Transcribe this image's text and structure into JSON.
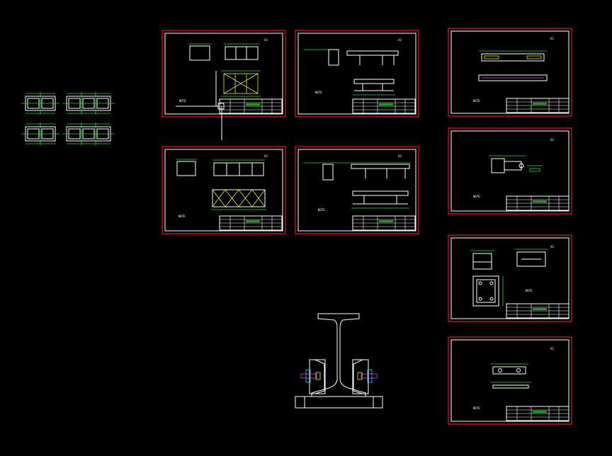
{
  "viewer": {
    "background": "#000000",
    "frame_color": "#e8141b",
    "drawing_color": "#ffffff",
    "annotation_color": "#1fe01f",
    "highlight_color": "#f0f020"
  },
  "sheets": [
    {
      "id": "sheet-1",
      "type": "assembly-frame"
    },
    {
      "id": "sheet-2",
      "type": "beam-elevation"
    },
    {
      "id": "sheet-3",
      "type": "assembly-frame-2"
    },
    {
      "id": "sheet-4",
      "type": "beam-elevation-2"
    },
    {
      "id": "sheet-5",
      "type": "long-bar"
    },
    {
      "id": "sheet-6",
      "type": "bolt-detail"
    },
    {
      "id": "sheet-7",
      "type": "plate-detail"
    },
    {
      "id": "sheet-8",
      "type": "strip-detail"
    }
  ],
  "detail_views": 4,
  "rail_section": {
    "type": "rail-clamp-section"
  }
}
